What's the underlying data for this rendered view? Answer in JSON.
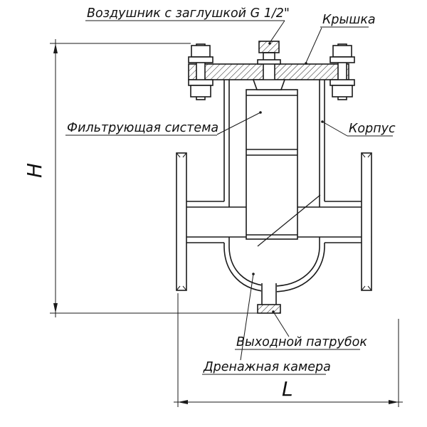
{
  "drawing": {
    "type": "technical-section-drawing",
    "subject": "filter-vessel",
    "labels": {
      "air_vent": "Воздушник с заглушкой G 1/2\"",
      "cover": "Крышка",
      "filter_system": "Фильтрующая система",
      "body": "Корпус",
      "outlet": "Выходной патрубок",
      "drain_chamber": "Дренажная камера"
    },
    "dimensions": {
      "height": "H",
      "length": "L"
    },
    "colors": {
      "line": "#1a1a1a",
      "background": "#ffffff"
    }
  }
}
